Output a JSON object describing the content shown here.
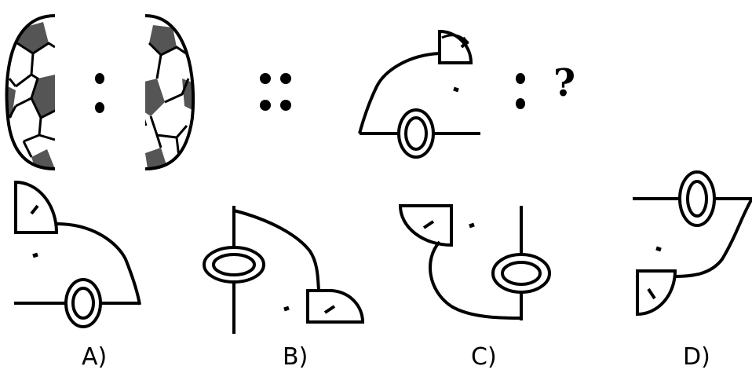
{
  "question": {
    "unknown": "?"
  },
  "options": [
    {
      "key": "a",
      "label": "A)"
    },
    {
      "key": "b",
      "label": "B)"
    },
    {
      "key": "c",
      "label": "C)"
    },
    {
      "key": "d",
      "label": "D)"
    }
  ],
  "colors": {
    "ink": "#000000",
    "patch": "#555555",
    "paper": "#ffffff"
  }
}
